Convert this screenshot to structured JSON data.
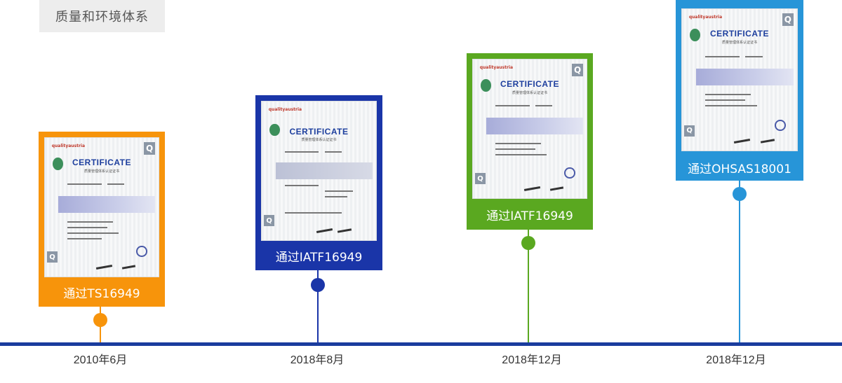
{
  "section": {
    "title": "质量和环境体系"
  },
  "colors": {
    "orange": "#f7940b",
    "navy": "#1a35a8",
    "green": "#5aa820",
    "blue": "#2795d8",
    "timeline": "#1a3c9e"
  },
  "certificate": {
    "brand": "qualityaustria",
    "heading": "CERTIFICATE",
    "subheading": "质量管理体系认证证书",
    "corner_mark": "Q"
  },
  "milestones": [
    {
      "label": "通过TS16949",
      "date": "2010年6月"
    },
    {
      "label": "通过IATF16949",
      "date": "2018年8月"
    },
    {
      "label": "通过IATF16949",
      "date": "2018年12月"
    },
    {
      "label": "通过OHSAS18001",
      "date": "2018年12月"
    }
  ]
}
